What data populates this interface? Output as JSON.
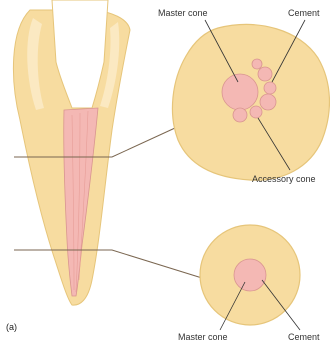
{
  "figure": {
    "panel_label": "(a)",
    "upper_section": {
      "labels": {
        "master_cone": "Master cone",
        "cement": "Cement",
        "accessory_cone": "Accessory cone"
      }
    },
    "lower_section": {
      "labels": {
        "master_cone": "Master cone",
        "cement": "Cement"
      }
    },
    "colors": {
      "dentin": "#F7DCA0",
      "dentin_outline": "#E6C57A",
      "gutta_percha": "#F4B8B4",
      "gutta_outline": "#D99590",
      "leader_line": "#333333",
      "section_line": "#7A6650",
      "background": "#FFFFFF"
    }
  }
}
